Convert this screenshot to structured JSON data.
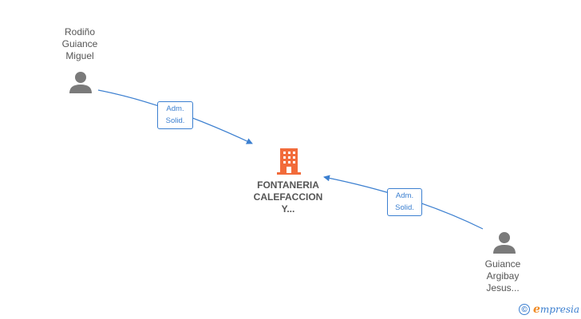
{
  "nodes": {
    "person_1": {
      "lines": [
        "Rodiño",
        "Guiance",
        "Miguel"
      ]
    },
    "person_2": {
      "lines": [
        "Guiance",
        "Argibay",
        "Jesus..."
      ]
    },
    "company": {
      "lines": [
        "FONTANERIA",
        "CALEFACCION",
        "Y..."
      ]
    }
  },
  "edges": [
    {
      "label_lines": [
        "Adm.",
        "Solid."
      ]
    },
    {
      "label_lines": [
        "Adm.",
        "Solid."
      ]
    }
  ],
  "colors": {
    "edge": "#3b7fd0",
    "person_icon": "#7a7a7a",
    "company_icon": "#f26b3a",
    "label_text": "#555555"
  },
  "brand": {
    "symbol": "©",
    "e": "e",
    "rest": "mpresia"
  }
}
